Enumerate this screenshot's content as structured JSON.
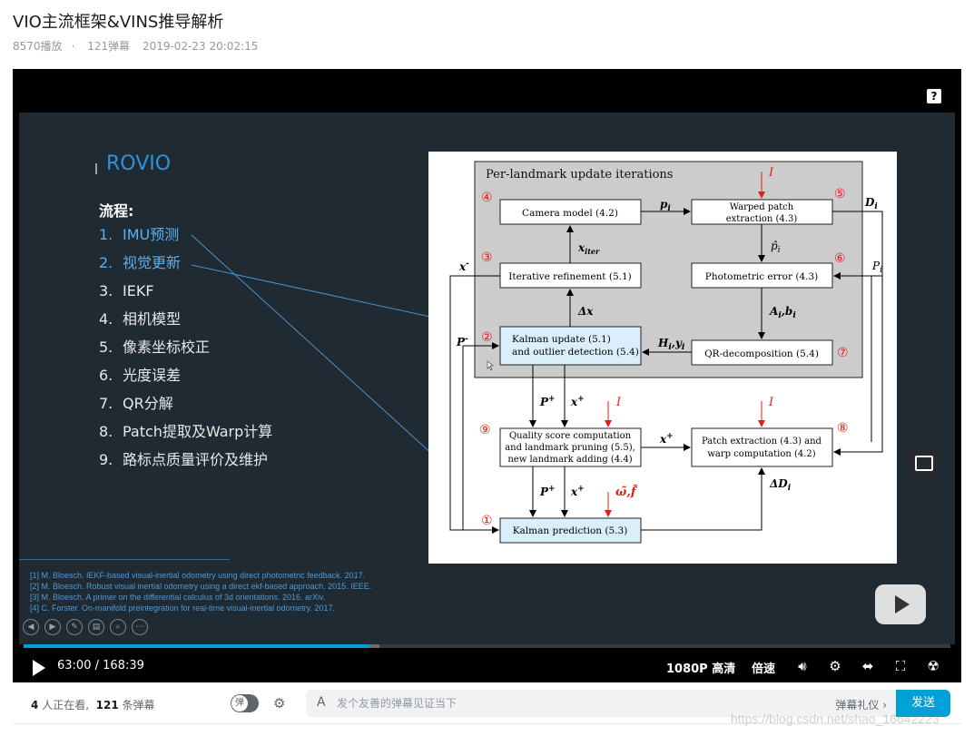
{
  "page": {
    "title": "VIO主流框架&VINS推导解析",
    "plays": "8570播放",
    "danmaku_count": "121弹幕",
    "date": "2019-02-23 20:02:15"
  },
  "slide": {
    "title": "ROVIO",
    "flow_label": "流程:",
    "steps": [
      {
        "num": "1.",
        "text": "IMU预测"
      },
      {
        "num": "2.",
        "text": "视觉更新"
      },
      {
        "num": "3.",
        "text": "IEKF"
      },
      {
        "num": "4.",
        "text": "相机模型"
      },
      {
        "num": "5.",
        "text": "像素坐标校正"
      },
      {
        "num": "6.",
        "text": "光度误差"
      },
      {
        "num": "7.",
        "text": "QR分解"
      },
      {
        "num": "8.",
        "text": "Patch提取及Warp计算"
      },
      {
        "num": "9.",
        "text": "路标点质量评价及维护"
      }
    ],
    "refs": [
      "[1] M. Bloesch. IEKF-based visual-inertial odometry using direct photometric feedback. 2017.",
      "[2] M. Bloesch. Robust visual inertial odometry using a direct ekf-based approach. 2015. IEEE.",
      "[3] M. Bloesch. A primer on the differential calculus of 3d orientations. 2016. arXiv.",
      "[4] C. Forster. On-manifold preintegration for real-time visual-inertial odometry. 2017."
    ]
  },
  "diagram": {
    "group_title": "Per-landmark update iterations",
    "camera_model": "Camera model (4.2)",
    "warped_patch_1": "Warped patch",
    "warped_patch_2": "extraction (4.3)",
    "iterative": "Iterative refinement (5.1)",
    "photometric": "Photometric error (4.3)",
    "kalman_update_1": "Kalman update (5.1)",
    "kalman_update_2": "and outlier detection (5.4)",
    "qr": "QR-decomposition (5.4)",
    "quality_1": "Quality score computation",
    "quality_2": "and landmark pruning (5.5),",
    "quality_3": "new landmark adding (4.4)",
    "patch_extract_1": "Patch extraction (4.3) and",
    "patch_extract_2": "warp computation (4.2)",
    "kalman_prediction": "Kalman prediction (5.3)",
    "circ": [
      "①",
      "②",
      "③",
      "④",
      "⑤",
      "⑥",
      "⑦",
      "⑧",
      "⑨"
    ],
    "sym": {
      "I": "I",
      "pi": "p",
      "pi_sub": "i",
      "Di": "D",
      "Di_sub": "i",
      "xiter": "x",
      "xiter_sub": "iter",
      "phat": "p̂",
      "phat_sub": "i",
      "Pi": "P",
      "Pi_sub": "i",
      "xminus": "x",
      "xminus_sup": "-",
      "dx": "Δx",
      "Ab": "A",
      "Ab_sub": "i",
      "Ab_b": ",b",
      "Ab_b_sub": "i",
      "Pminus": "P",
      "Pminus_sup": "-",
      "Hy": "H",
      "Hy_sub": "i",
      "Hy_y": ",y",
      "Hy_y_sub": "i",
      "Pplus": "P",
      "Pplus_sup": "+",
      "xplus": "x",
      "xplus_sup": "+",
      "omega_f": "ω̃,f̃",
      "dD": "ΔD",
      "dD_sub": "i"
    }
  },
  "player": {
    "time_current": "63:00",
    "time_sep": "/",
    "time_total": "168:39",
    "progress": 0.3735,
    "buffered": 0.384,
    "quality": "1080P 高清",
    "speed": "倍速",
    "help_icon": "?"
  },
  "bottom": {
    "viewers_count": "4",
    "viewers_text": "人正在看,",
    "danmaku_count": "121",
    "danmaku_text": "条弹幕",
    "toggle_label": "弹",
    "input_placeholder": "发个友善的弹幕见证当下",
    "etiquette": "弹幕礼仪 ›",
    "send": "发送",
    "aa_icon": "A"
  },
  "watermark": "https://blog.csdn.net/shao_16642223",
  "colors": {
    "accent": "#00a1d6",
    "slide_bg": "#1f2a32",
    "slide_title": "#2f92e0",
    "highlight": "#58b0f0",
    "diagram_red": "#e0201b",
    "diagram_gray": "#cccccc",
    "diagram_blue": "#dbeefb"
  }
}
